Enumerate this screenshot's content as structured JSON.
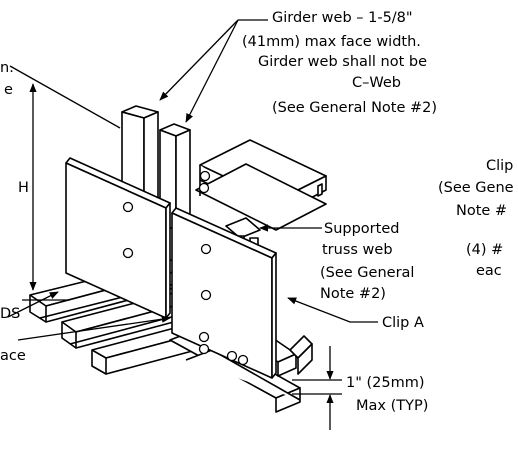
{
  "labels": {
    "girder_note_1": "Girder web – 1-5/8\"",
    "girder_note_2": "(41mm) max face width.",
    "girder_note_3": "Girder web shall not be",
    "girder_note_4": "C–Web",
    "girder_note_5": "(See General Note #2)",
    "left_frag_1": "n.",
    "left_frag_2": "e",
    "height_label": "H",
    "clip_b_1": "Clip",
    "clip_b_2": "(See Gene",
    "clip_b_3": "Note #",
    "screws_1": "(4) #",
    "screws_2": "eac",
    "supported_1": "Supported",
    "supported_2": "truss web",
    "supported_3": "(See General",
    "supported_4": "Note #2)",
    "clip_a": "Clip A",
    "ds_frag": "DS",
    "ace_frag": "ace",
    "gap_1": "1\" (25mm)",
    "gap_2": "Max (TYP)"
  }
}
